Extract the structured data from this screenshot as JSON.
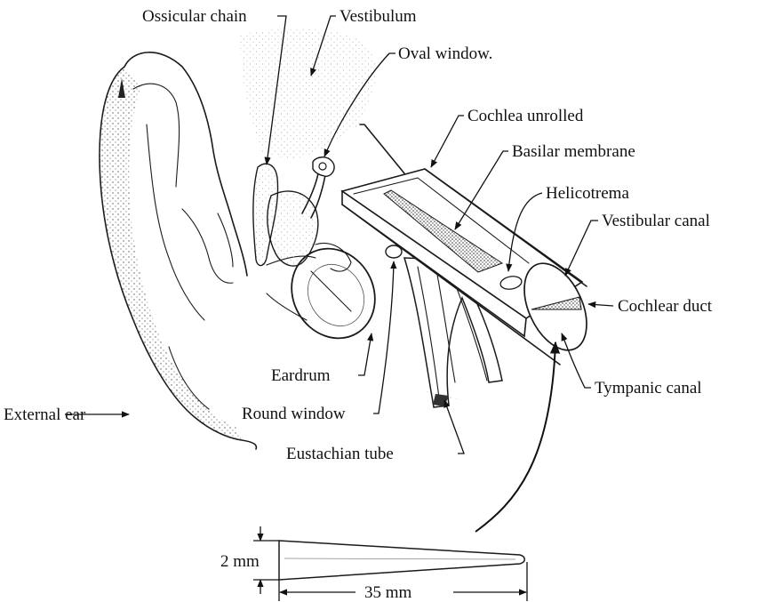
{
  "labels": {
    "ossicular_chain": "Ossicular chain",
    "vestibulum": "Vestibulum",
    "oval_window": "Oval window.",
    "cochlea_unrolled": "Cochlea unrolled",
    "basilar_membrane": "Basilar membrane",
    "helicotrema": "Helicotrema",
    "vestibular_canal": "Vestibular canal",
    "cochlear_duct": "Cochlear duct",
    "tympanic_canal": "Tympanic canal",
    "eardrum": "Eardrum",
    "external_ear": "External ear",
    "round_window": "Round window",
    "eustachian_tube": "Eustachian tube"
  },
  "dimensions": {
    "height": "2 mm",
    "length": "35 mm"
  }
}
